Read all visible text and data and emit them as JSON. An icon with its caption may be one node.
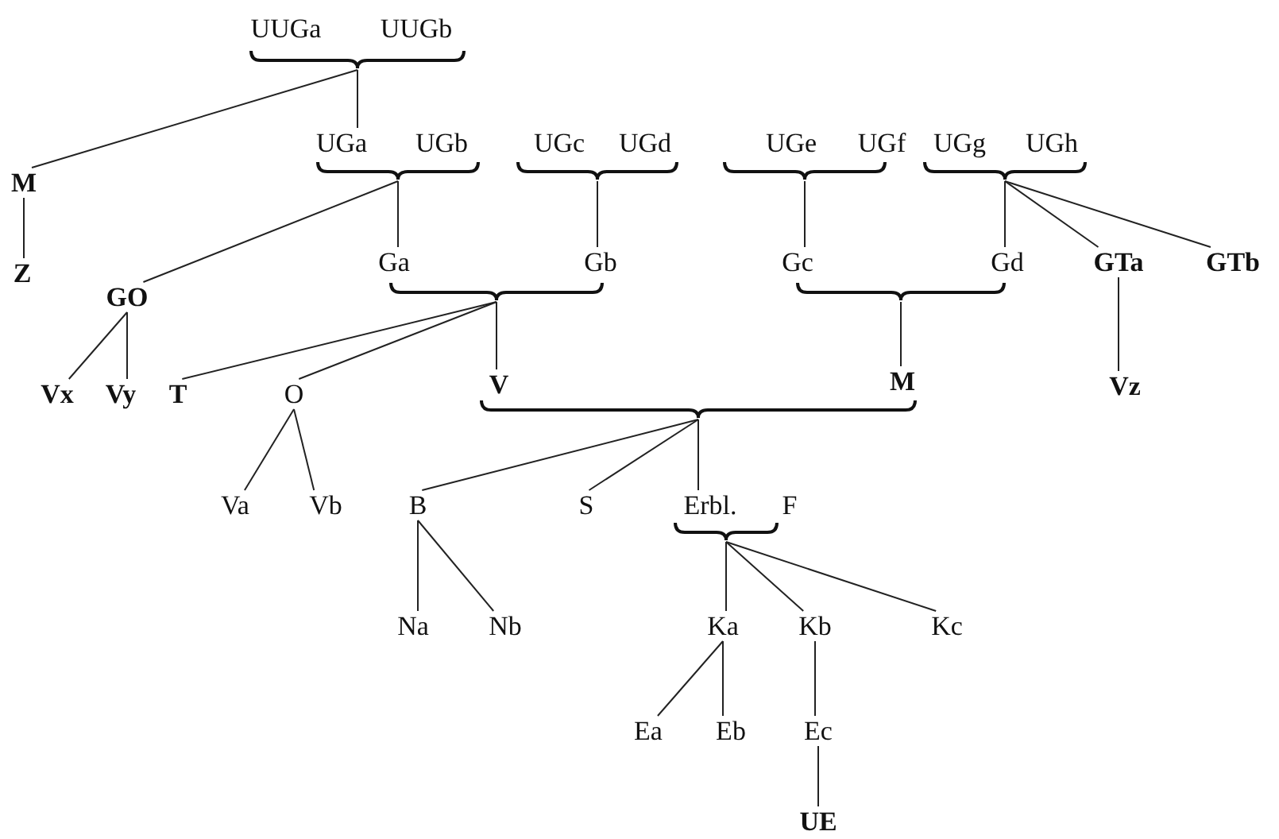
{
  "diagram": {
    "nodes": [
      {
        "text": [
          "UUGa"
        ]
      },
      {
        "text": [
          "UUGb"
        ]
      },
      {
        "text": [],
        "shape": "brace"
      },
      {
        "text": [
          "UGa"
        ]
      },
      {
        "text": [
          "UGb"
        ]
      },
      {
        "text": [
          "UGc"
        ]
      },
      {
        "text": [
          "UGd"
        ]
      },
      {
        "text": [
          "UGe"
        ]
      },
      {
        "text": [
          "UGf"
        ]
      },
      {
        "text": [
          "UGg"
        ]
      },
      {
        "text": [
          "UGh"
        ]
      },
      {
        "text": [],
        "shape": "brace"
      },
      {
        "text": [],
        "shape": "brace"
      },
      {
        "text": [],
        "shape": "brace"
      },
      {
        "text": [],
        "shape": "brace"
      },
      {
        "text": [
          "M"
        ]
      },
      {
        "text": [
          "Ga"
        ]
      },
      {
        "text": [
          "Gb"
        ]
      },
      {
        "text": [
          "Gc"
        ]
      },
      {
        "text": [
          "Gd"
        ]
      },
      {
        "text": [
          "GTa"
        ]
      },
      {
        "text": [
          "GTb"
        ]
      },
      {
        "text": [
          "Z"
        ]
      },
      {
        "text": [],
        "shape": "brace"
      },
      {
        "text": [],
        "shape": "brace"
      },
      {
        "text": [
          "GO"
        ]
      },
      {
        "text": [
          "Vx"
        ]
      },
      {
        "text": [
          "Vy"
        ]
      },
      {
        "text": [
          "T"
        ]
      },
      {
        "text": [
          "O"
        ]
      },
      {
        "text": [
          "V"
        ]
      },
      {
        "text": [
          "M"
        ]
      },
      {
        "text": [
          "Vz"
        ]
      },
      {
        "text": [],
        "shape": "brace"
      },
      {
        "text": [
          "Va"
        ]
      },
      {
        "text": [
          "Vb"
        ]
      },
      {
        "text": [
          "B"
        ]
      },
      {
        "text": [
          "S"
        ]
      },
      {
        "text": [
          "Erbl."
        ]
      },
      {
        "text": [
          "F"
        ]
      },
      {
        "text": [],
        "shape": "brace"
      },
      {
        "text": [
          "Na"
        ]
      },
      {
        "text": [
          "Nb"
        ]
      },
      {
        "text": [
          "Ka"
        ]
      },
      {
        "text": [
          "Kb"
        ]
      },
      {
        "text": [
          "Kc"
        ]
      },
      {
        "text": [
          "Ea"
        ]
      },
      {
        "text": [
          "Eb"
        ]
      },
      {
        "text": [
          "Ec"
        ]
      },
      {
        "text": [
          "UE"
        ]
      }
    ],
    "edges": [
      {
        "from": 2,
        "to": 15,
        "arrow": "none"
      },
      {
        "from": 2,
        "to": 3,
        "arrow": "none"
      },
      {
        "from": 15,
        "to": 22,
        "arrow": "none"
      },
      {
        "from": 11,
        "to": 25,
        "arrow": "none"
      },
      {
        "from": 11,
        "to": 16,
        "arrow": "none"
      },
      {
        "from": 12,
        "to": 17,
        "arrow": "none"
      },
      {
        "from": 13,
        "to": 18,
        "arrow": "none"
      },
      {
        "from": 14,
        "to": 19,
        "arrow": "none"
      },
      {
        "from": 14,
        "to": 20,
        "arrow": "none"
      },
      {
        "from": 14,
        "to": 21,
        "arrow": "none"
      },
      {
        "from": 25,
        "to": 26,
        "arrow": "none"
      },
      {
        "from": 25,
        "to": 27,
        "arrow": "none"
      },
      {
        "from": 23,
        "to": 28,
        "arrow": "none"
      },
      {
        "from": 23,
        "to": 29,
        "arrow": "none"
      },
      {
        "from": 23,
        "to": 30,
        "arrow": "none"
      },
      {
        "from": 24,
        "to": 31,
        "arrow": "none"
      },
      {
        "from": 20,
        "to": 32,
        "arrow": "none"
      },
      {
        "from": 29,
        "to": 34,
        "arrow": "none"
      },
      {
        "from": 29,
        "to": 35,
        "arrow": "none"
      },
      {
        "from": 33,
        "to": 36,
        "arrow": "none"
      },
      {
        "from": 33,
        "to": 37,
        "arrow": "none"
      },
      {
        "from": 33,
        "to": 38,
        "arrow": "none"
      },
      {
        "from": 36,
        "to": 41,
        "arrow": "none"
      },
      {
        "from": 36,
        "to": 42,
        "arrow": "none"
      },
      {
        "from": 40,
        "to": 43,
        "arrow": "none"
      },
      {
        "from": 40,
        "to": 44,
        "arrow": "none"
      },
      {
        "from": 40,
        "to": 45,
        "arrow": "none"
      },
      {
        "from": 43,
        "to": 46,
        "arrow": "none"
      },
      {
        "from": 43,
        "to": 47,
        "arrow": "none"
      },
      {
        "from": 44,
        "to": 48,
        "arrow": "none"
      },
      {
        "from": 48,
        "to": 49,
        "arrow": "none"
      }
    ]
  }
}
